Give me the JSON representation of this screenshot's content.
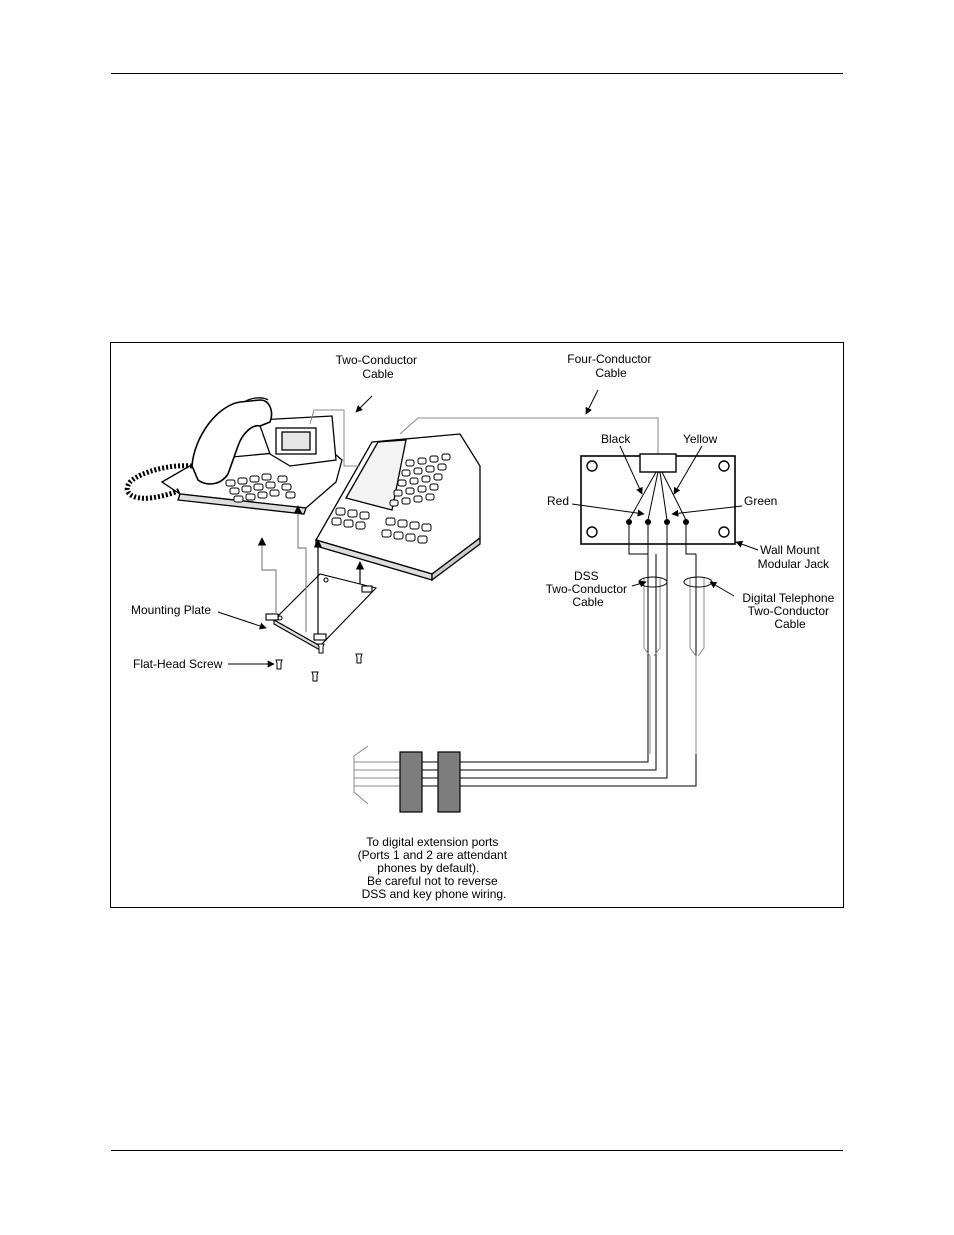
{
  "labels": {
    "two_conductor_cable": [
      "Two-Conductor",
      "Cable"
    ],
    "four_conductor_cable": [
      "Four-Conductor",
      "Cable"
    ],
    "black": "Black",
    "yellow": "Yellow",
    "red": "Red",
    "green": "Green",
    "wall_mount_jack": [
      "Wall Mount",
      "Modular Jack"
    ],
    "dss_cable": [
      "DSS",
      "Two-Conductor",
      "Cable"
    ],
    "digital_telephone_cable": [
      "Digital Telephone",
      "Two-Conductor",
      "Cable"
    ],
    "mounting_plate": "Mounting Plate",
    "flat_head_screw": "Flat-Head Screw",
    "note": [
      "To digital extension ports",
      "(Ports 1 and 2 are attendant",
      "phones by default).",
      "Be careful not to reverse",
      "DSS and key phone wiring."
    ]
  }
}
